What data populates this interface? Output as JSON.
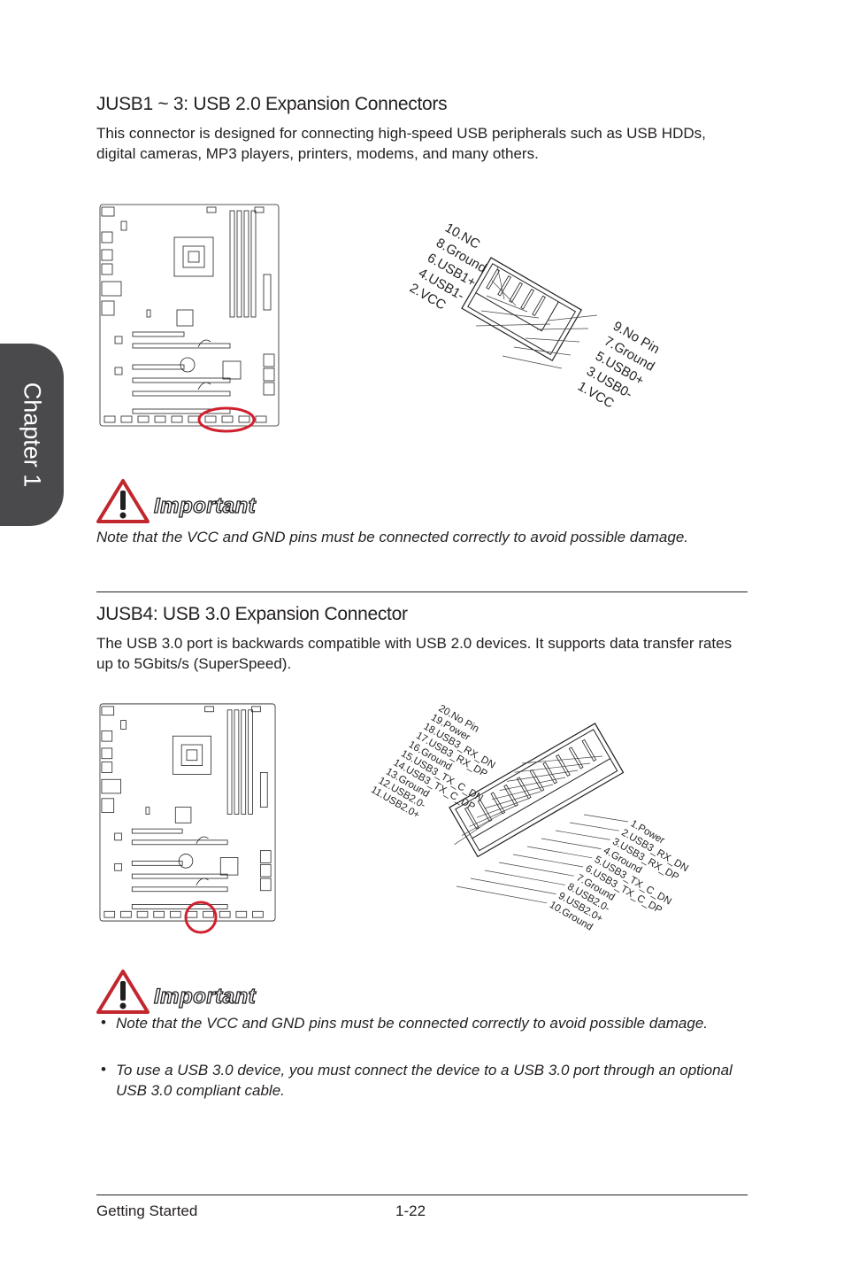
{
  "chapter_tab": "Chapter 1",
  "section1": {
    "title": "JUSB1 ~ 3: USB 2.0 Expansion Connectors",
    "body": "This connector is designed for connecting high-speed USB peripherals such as USB HDDs, digital cameras, MP3 players, printers, modems, and many others.",
    "top_pins": [
      "10.NC",
      "8.Ground",
      "6.USB1+",
      "4.USB1-",
      "2.VCC"
    ],
    "bottom_pins": [
      "9.No Pin",
      "7.Ground",
      "5.USB0+",
      "3.USB0-",
      "1.VCC"
    ]
  },
  "important1": {
    "title": "Important",
    "note": "Note that the VCC and GND pins must be connected correctly to avoid possible damage."
  },
  "section2": {
    "title": "JUSB4: USB 3.0 Expansion Connector",
    "body": "The USB 3.0 port is backwards compatible with USB 2.0 devices. It supports data transfer rates up to 5Gbits/s (SuperSpeed).",
    "top_pins": [
      "20.No Pin",
      "19.Power",
      "18.USB3_RX_DN",
      "17.USB3_RX_DP",
      "16.Ground",
      "15.USB3_TX_C_DN",
      "14.USB3_TX_C_DP",
      "13.Ground",
      "12.USB2.0-",
      "11.USB2.0+"
    ],
    "bottom_pins": [
      "1.Power",
      "2.USB3_RX_DN",
      "3.USB3_RX_DP",
      "4.Ground",
      "5.USB3_TX_C_DN",
      "6.USB3_TX_C_DP",
      "7.Ground",
      "8.USB2.0-",
      "9.USB2.0+",
      "10.Ground"
    ]
  },
  "important2": {
    "title": "Important",
    "bullet_char": "•",
    "bullets": [
      "Note that the VCC and GND pins must be connected correctly to avoid possible damage.",
      "To use a USB 3.0 device, you must connect the device to a USB 3.0 port through an optional USB 3.0 compliant cable."
    ]
  },
  "footer": {
    "left": "Getting Started",
    "page": "1-22"
  },
  "colors": {
    "tab": "#4a4a4c",
    "highlight_circle": "#d0202e",
    "warning_red": "#c1272d"
  },
  "icons": [
    "warning-triangle-icon"
  ]
}
